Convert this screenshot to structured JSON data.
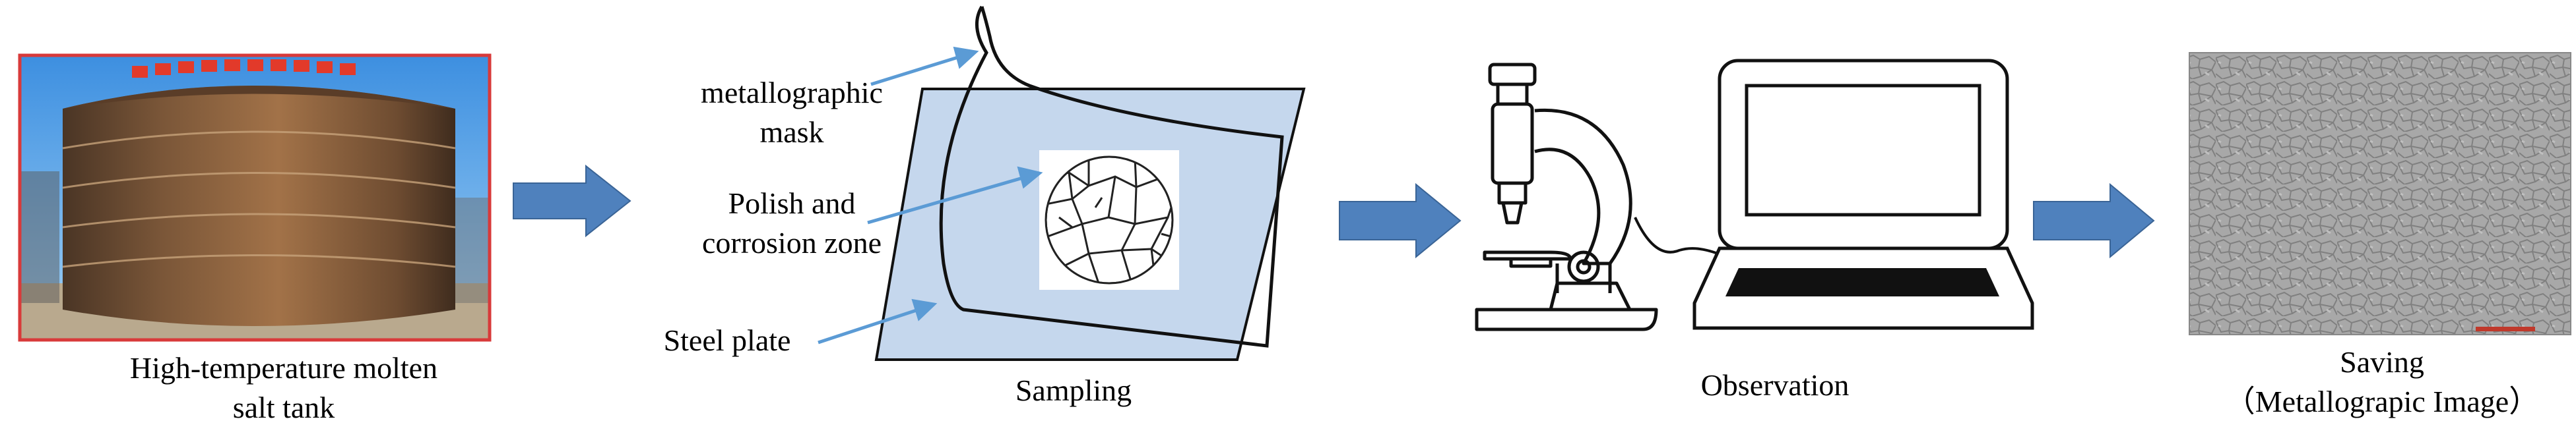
{
  "stages": {
    "tank": {
      "label_line1": "High-temperature molten",
      "label_line2": "salt tank"
    },
    "sampling": {
      "label": "Sampling",
      "callout_mask_line1": "metallographic",
      "callout_mask_line2": "mask",
      "callout_zone_line1": "Polish and",
      "callout_zone_line2": "corrosion zone",
      "callout_plate": "Steel plate"
    },
    "observation": {
      "label": "Observation"
    },
    "saving": {
      "label_line1": "Saving",
      "label_line2": "（Metallograpic Image）"
    }
  },
  "colors": {
    "flow_arrow": "#4f81bd",
    "callout_arrow": "#5b9bd5",
    "steel_plate": "#c5d7ed",
    "photo_border": "#d83a3a"
  },
  "icons": [
    "molten-salt-tank-photo",
    "flow-arrow",
    "steel-plate",
    "metallographic-mask",
    "microstructure",
    "microscope-icon",
    "laptop-icon",
    "micrograph-image"
  ]
}
